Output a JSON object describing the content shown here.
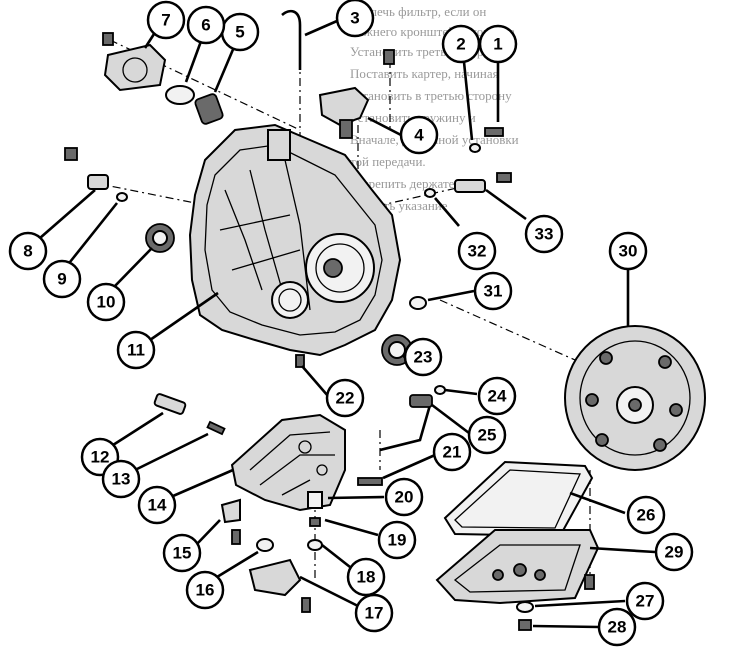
{
  "background_text": [
    "Извлечь фильтр, если он",
    "нижнего кронштейна корпуса",
    "Установить третью сторону",
    "Поставить картер, начиная",
    "установить в третью сторону",
    "Установить пружину и",
    "Вначале, до полной установки",
    "той передачи.",
    "Закрепить держатель",
    "полнить указание"
  ],
  "callouts": [
    {
      "label": "1"
    },
    {
      "label": "2"
    },
    {
      "label": "3"
    },
    {
      "label": "4"
    },
    {
      "label": "5"
    },
    {
      "label": "6"
    },
    {
      "label": "7"
    },
    {
      "label": "8"
    },
    {
      "label": "9"
    },
    {
      "label": "10"
    },
    {
      "label": "11"
    },
    {
      "label": "12"
    },
    {
      "label": "13"
    },
    {
      "label": "14"
    },
    {
      "label": "15"
    },
    {
      "label": "16"
    },
    {
      "label": "17"
    },
    {
      "label": "18"
    },
    {
      "label": "19"
    },
    {
      "label": "20"
    },
    {
      "label": "21"
    },
    {
      "label": "22"
    },
    {
      "label": "23"
    },
    {
      "label": "24"
    },
    {
      "label": "25"
    },
    {
      "label": "26"
    },
    {
      "label": "27"
    },
    {
      "label": "28"
    },
    {
      "label": "29"
    },
    {
      "label": "30"
    },
    {
      "label": "31"
    },
    {
      "label": "32"
    },
    {
      "label": "33"
    }
  ]
}
